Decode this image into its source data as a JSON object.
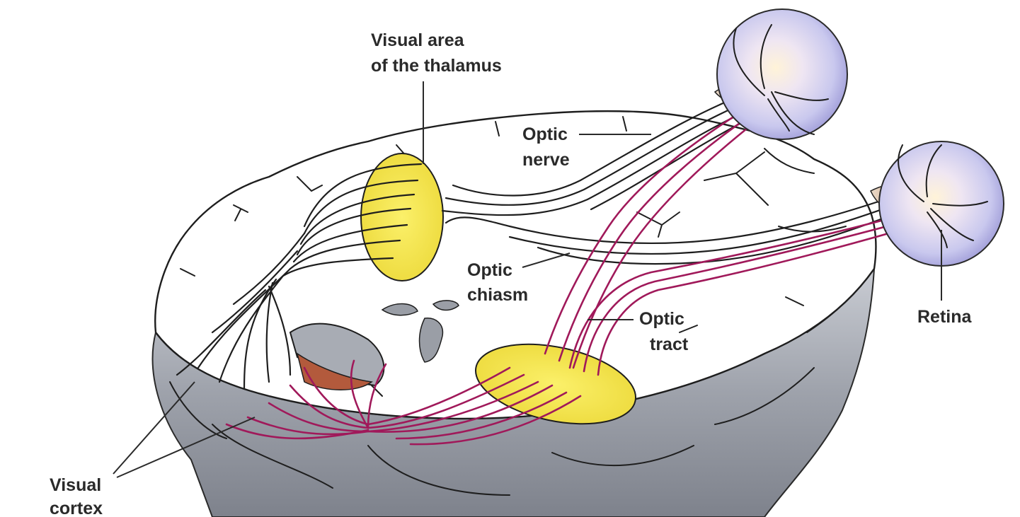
{
  "labels": {
    "thalamus_line1": "Visual area",
    "thalamus_line2": "of the thalamus",
    "optic_nerve_line1": "Optic",
    "optic_nerve_line2": "nerve",
    "optic_chiasm_line1": "Optic",
    "optic_chiasm_line2": "chiasm",
    "optic_tract_line1": "Optic",
    "optic_tract_line2": "tract",
    "retina": "Retina",
    "visual_cortex_line1": "Visual",
    "visual_cortex_line2": "cortex"
  },
  "colors": {
    "thalamus_fill": "#f2e24a",
    "tract_color": "#a0195a",
    "nerve_color": "#1e1e1e",
    "cortex_gray": "#9a9ea6",
    "eyeball": "#c9c8ee",
    "label_color": "#2a2a2a"
  }
}
